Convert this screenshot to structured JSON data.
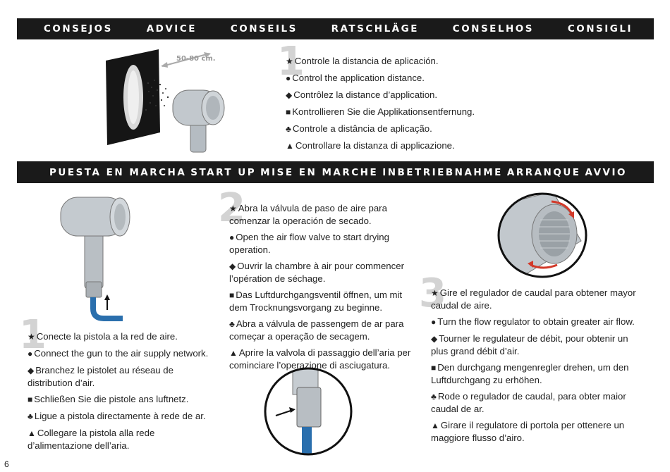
{
  "header_tips": [
    "CONSEJOS",
    "ADVICE",
    "CONSEILS",
    "RATSCHLÄGE",
    "CONSELHOS",
    "CONSIGLI"
  ],
  "header_start": [
    "PUESTA EN MARCHA",
    "START UP",
    "MISE EN MARCHE",
    "INBETRIEBNAHME",
    "ARRANQUE",
    "AVVIO"
  ],
  "distance_label": "50-80 cm.",
  "symbols": [
    "★",
    "●",
    "◆",
    "■",
    "♣",
    "▲"
  ],
  "tip1": {
    "number": "1",
    "lines": [
      "Controle la distancia de aplicación.",
      "Control the application distance.",
      "Contrôlez la distance d’application.",
      "Kontrollieren Sie die Applikationsentfernung.",
      "Controle a distância de aplicação.",
      "Controllare la distanza di applicazione."
    ]
  },
  "step1": {
    "number": "1",
    "lines": [
      "Conecte la pistola a la red de aire.",
      "Connect the gun to the air supply network.",
      "Branchez le pistolet au réseau de distribution d’air.",
      "Schließen Sie die pistole ans luftnetz.",
      "Ligue a pistola directamente à rede de ar.",
      "Collegare la pistola alla rede d’alimentazione dell’aria."
    ]
  },
  "step2": {
    "number": "2",
    "lines": [
      "Abra la válvula de paso de aire para comenzar la operación de secado.",
      "Open the air flow valve to start drying operation.",
      "Ouvrir la chambre à air pour commencer l’opération de séchage.",
      "Das Luftdurchgangsventil öffnen, um mit dem Trocknungsvorgang zu beginne.",
      "Abra a válvula de passengem de ar para começar a operação de secagem.",
      "Aprire la valvola di passaggio dell’aria per cominciare l’operazione di asciugatura."
    ]
  },
  "step3": {
    "number": "3",
    "lines": [
      "Gire el regulador de caudal para obtener mayor caudal de aire.",
      "Turn the flow regulator to obtain greater air flow.",
      "Tourner le regulateur de débit, pour obtenir un plus grand débit d’air.",
      "Den durchgang mengenregler drehen, um den Luftdurchgang zu erhöhen.",
      "Rode o regulador de caudal, para obter maior caudal de ar.",
      "Girare il regulatore di portola per ottenere un maggiore flusso d’airo."
    ]
  },
  "page_number": "6"
}
